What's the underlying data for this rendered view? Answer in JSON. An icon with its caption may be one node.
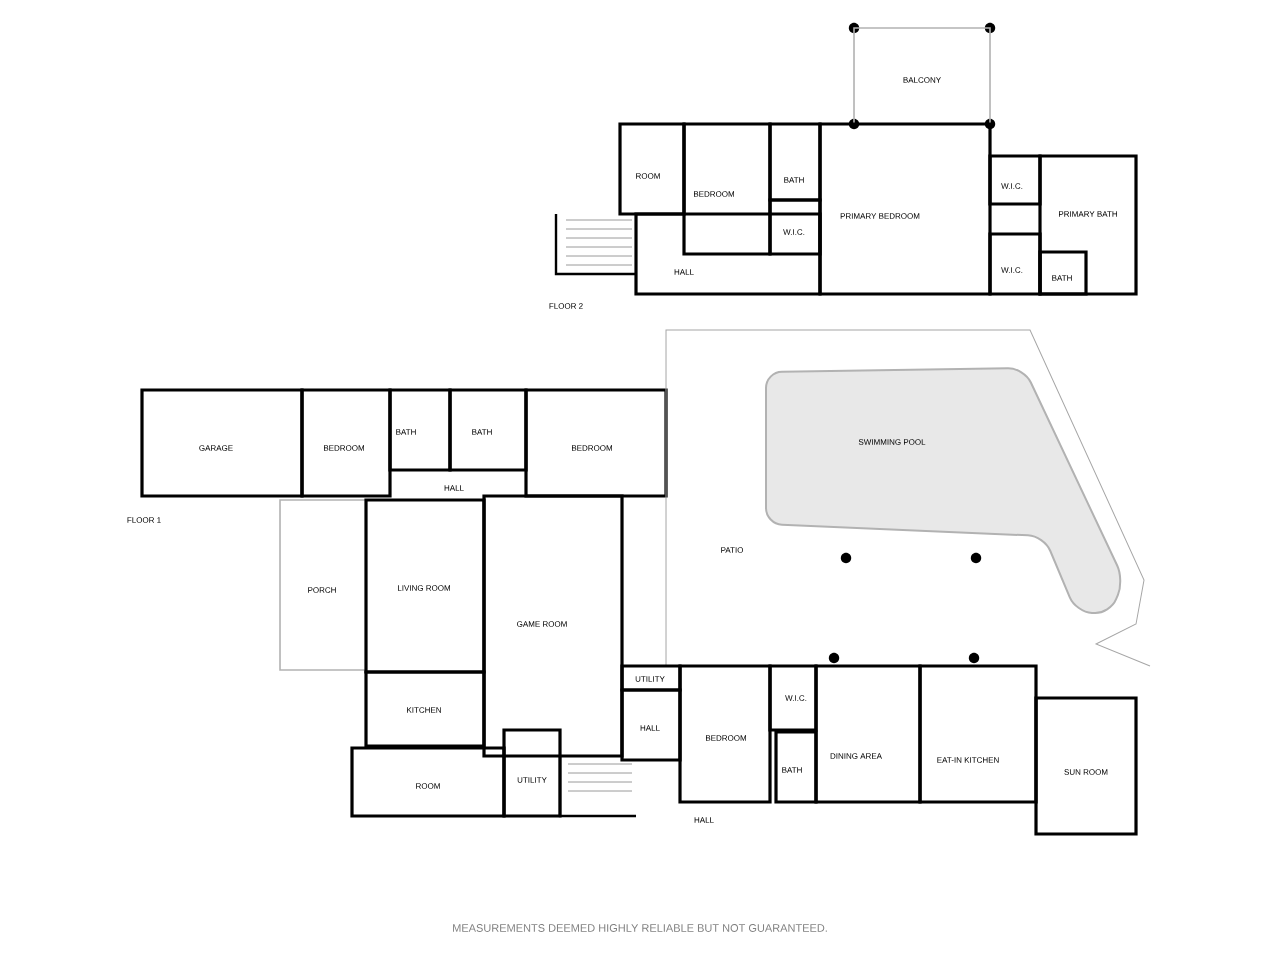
{
  "diagram": {
    "nodes": [
      {
        "text": [
          "BALCONY"
        ]
      },
      {
        "text": [
          "ROOM"
        ]
      },
      {
        "text": [
          "BEDROOM"
        ]
      },
      {
        "text": [
          "BATH"
        ]
      },
      {
        "text": [
          "W.I.C."
        ]
      },
      {
        "text": [
          "PRIMARY BEDROOM"
        ]
      },
      {
        "text": [
          "W.I.C."
        ]
      },
      {
        "text": [
          "PRIMARY BATH"
        ]
      },
      {
        "text": [
          "HALL"
        ]
      },
      {
        "text": [
          "W.I.C."
        ]
      },
      {
        "text": [
          "BATH"
        ],
        "in": 7
      },
      {
        "text": [
          "GARAGE"
        ]
      },
      {
        "text": [
          "BEDROOM"
        ]
      },
      {
        "text": [
          "BATH"
        ]
      },
      {
        "text": [
          "BATH"
        ]
      },
      {
        "text": [
          "BEDROOM"
        ]
      },
      {
        "text": [
          "HALL"
        ]
      },
      {
        "text": [
          "PATIO"
        ]
      },
      {
        "text": [
          "SWIMMING POOL"
        ],
        "in": 17
      },
      {
        "text": [
          "PORCH"
        ]
      },
      {
        "text": [
          "LIVING ROOM"
        ]
      },
      {
        "text": [
          "GAME ROOM"
        ]
      },
      {
        "text": [
          "UTILITY"
        ]
      },
      {
        "text": [
          "KITCHEN"
        ]
      },
      {
        "text": [
          "HALL"
        ]
      },
      {
        "text": [
          "BEDROOM"
        ]
      },
      {
        "text": [
          "W.I.C."
        ]
      },
      {
        "text": [
          "DINING AREA"
        ]
      },
      {
        "text": [
          "EAT-IN KITCHEN"
        ]
      },
      {
        "text": [
          "SUN ROOM"
        ]
      },
      {
        "text": [
          "BATH"
        ]
      },
      {
        "text": [
          "ROOM"
        ]
      },
      {
        "text": [
          "UTILITY"
        ]
      },
      {
        "text": [
          "HALL"
        ]
      }
    ],
    "labels": [
      "FLOOR 2",
      "FLOOR 1",
      "MEASUREMENTS DEEMED HIGHLY RELIABLE BUT NOT GUARANTEED."
    ]
  }
}
